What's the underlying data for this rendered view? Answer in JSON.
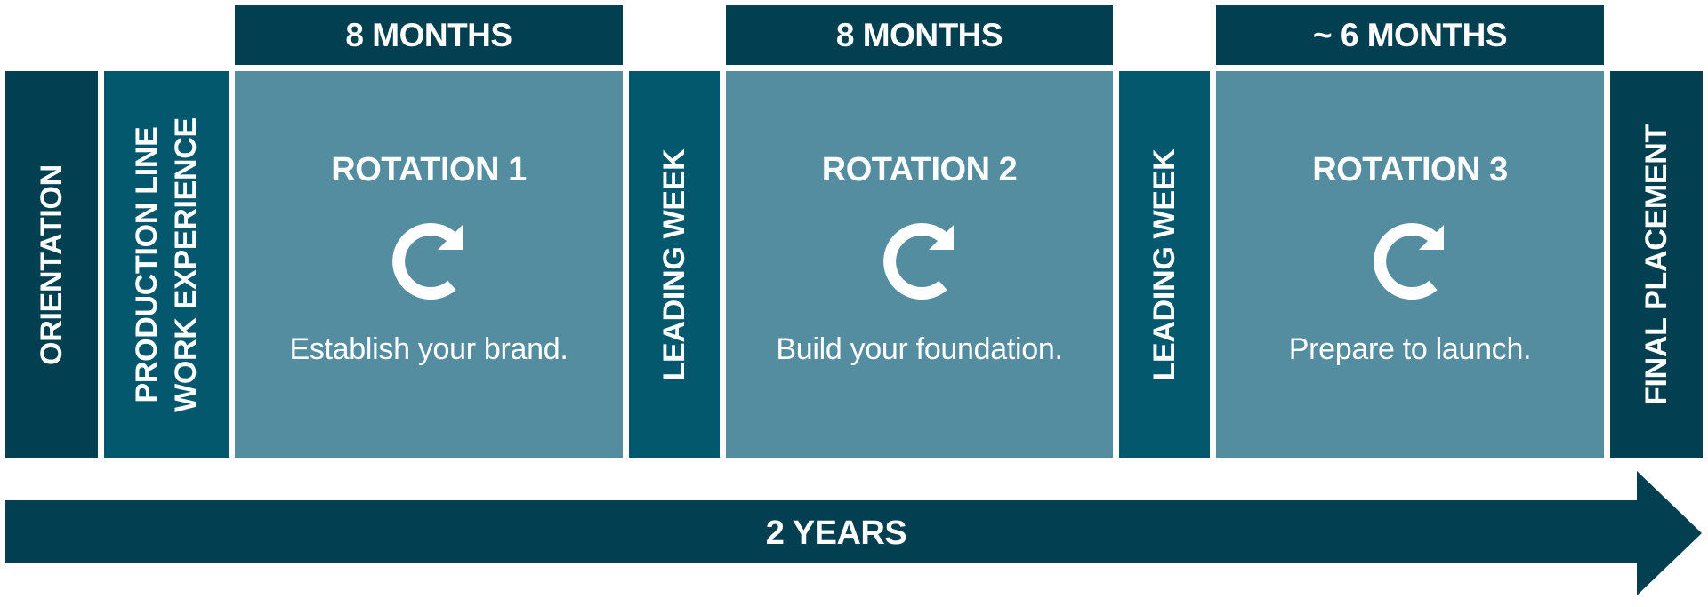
{
  "durations": {
    "rotation_1": "8 MONTHS",
    "rotation_2": "8 MONTHS",
    "rotation_3": "~ 6 MONTHS"
  },
  "stages": {
    "orientation": "ORIENTATION",
    "production_line": {
      "line1": "PRODUCTION LINE",
      "line2": "WORK EXPERIENCE"
    },
    "leading_week_1": "LEADING WEEK",
    "leading_week_2": "LEADING WEEK",
    "final_placement": "FINAL PLACEMENT"
  },
  "rotations": [
    {
      "title": "ROTATION 1",
      "description": "Establish your brand.",
      "icon": "rotate-arrow-icon"
    },
    {
      "title": "ROTATION 2",
      "description": "Build your foundation.",
      "icon": "rotate-arrow-icon"
    },
    {
      "title": "ROTATION 3",
      "description": "Prepare to launch.",
      "icon": "rotate-arrow-icon"
    }
  ],
  "timeline": {
    "label": "2 YEARS"
  },
  "colors": {
    "dark": "#023f50",
    "mid": "#04586d",
    "light": "#558da0",
    "text": "#ffffff"
  }
}
